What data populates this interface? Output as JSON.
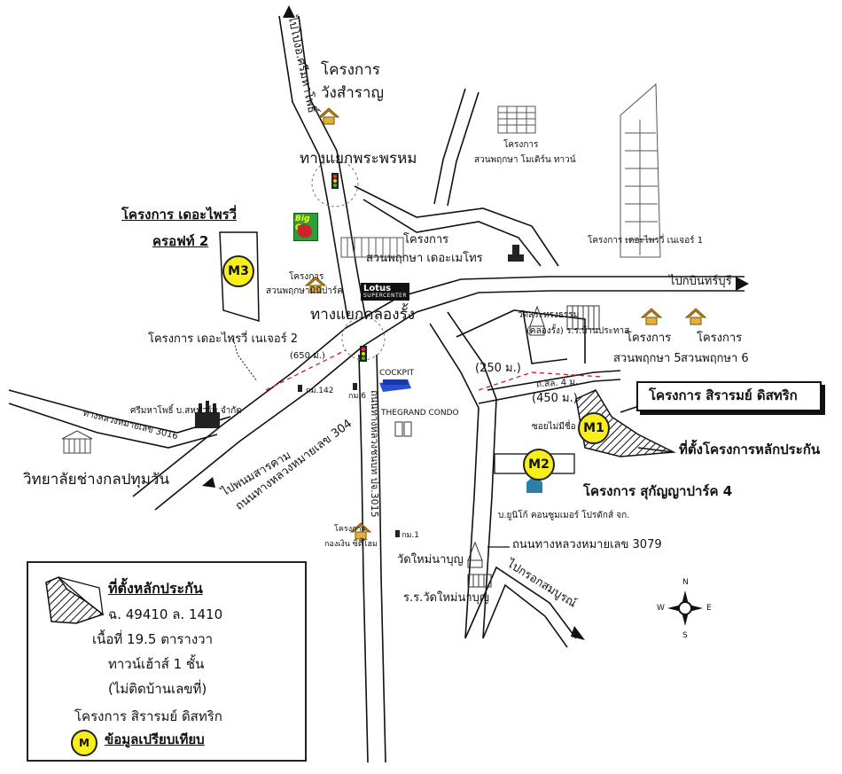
{
  "roads": {
    "to_srimahaphot": "ไปโป่งอ.ศรีมหาโพธิ์",
    "to_kabinburi": "ไปกบินทร์บุรี",
    "to_phanom_sarakham": "ไปพนมสารคาม",
    "to_prachin_buri": "ไปกรอกสมบูรณ์",
    "hwy_304": "ถนนทางหลวงหมายเลข 304",
    "hwy_3079": "ถนนทางหลวงหมายเลข 3079",
    "hwy_3016": "ทางหลวงหมายเลข 3016",
    "rural_road": "ถนนทางหลวงชนบท ปจ.3015"
  },
  "junctions": {
    "phra_phrom": "ทางแยกพระพรหม",
    "khlong_rang": "ทางแยกคลองรั้ง"
  },
  "distances": {
    "d650": "(650 ม.)",
    "d250": "(250 ม.)",
    "d450": "(450 ม.)",
    "km142": "กม.142",
    "km6": "กม.6",
    "km1": "กม.1"
  },
  "places": {
    "wang_samran_1": "โครงการ",
    "wang_samran_2": "วังสำราญ",
    "modern_town_1": "โครงการ",
    "modern_town_2": "สวนพฤกษา โมเดิร์น ทาวน์",
    "nature_1": "โครงการ เดอะไพรวี่ เนเจอร์ 1",
    "metro_1": "โครงการ",
    "metro_2": "สวนพฤกษา เดอะเมโทร",
    "privy_craft_1": "โครงการ เดอะไพรวี่",
    "privy_craft_2": "ครอฟท์ 2",
    "miniprak_1": "โครงการ",
    "miniprak_2": "สวนพฤกษามินิปาร์ค",
    "nature_2": "โครงการ เดอะไพรวี่ เนเจอร์ 2",
    "lotus_1": "Lotus",
    "lotus_2": "SUPERCENTER",
    "big_c": "Big C",
    "cockpit": "COCKPIT",
    "grand_condo": "THEGRAND CONDO",
    "coop": "ศรีมหาโพธิ์ บ.สหฟาร์ม จำกัด",
    "college": "วิทยาลัยช่างกลปทุมวัน",
    "temple_school": "วัดสระทรงธรรม",
    "school2": "(คลองรั้ง) ร.ร.บ้านประทาส",
    "pruksa5_1": "โครงการ",
    "pruksa5_2": "สวนพฤกษา 5",
    "pruksa6_1": "โครงการ",
    "pruksa6_2": "สวนพฤกษา 6",
    "soi_road": "ถ.สล. 4 ม.",
    "soi_name": "ซอยไม่มีชื่อ",
    "united": "บ.ยูนิโก้ คอนซูมเมอร์ โปรดักส์ จก.",
    "wat_mai": "วัดใหม่นาบุญ",
    "school_mai": "ร.ร.วัดใหม่นาบุญ",
    "kongngern_1": "โครงการ",
    "kongngern_2": "กองเงิน ซิตี้โฮม"
  },
  "callouts": {
    "sirarom": "โครงการ สิรารมย์ ดิสทริก",
    "collateral": "ที่ตั้งโครงการหลักประกัน",
    "sukanya": "โครงการ สุกัญญาปาร์ค 4"
  },
  "markers": {
    "m1": "M1",
    "m2": "M2",
    "m3": "M3"
  },
  "legend": {
    "title": "ที่ตั้งหลักประกัน",
    "deed": "ฉ. 49410 ล. 1410",
    "area": "เนื้อที่ 19.5 ตารางวา",
    "type": "ทาวน์เฮ้าส์ 1 ชั้น",
    "note": "(ไม่ติดบ้านเลขที่)",
    "project": "โครงการ สิรารมย์ ดิสทริก",
    "m_symbol": "M",
    "m_label": "ข้อมูลเปรียบเทียบ"
  },
  "compass": {
    "n": "N",
    "s": "S",
    "e": "E",
    "w": "W"
  },
  "colors": {
    "marker": "#f7ee1d",
    "house_icon": "#c78a1a",
    "road": "#111111",
    "condo_icon": "#2a4fd0"
  }
}
